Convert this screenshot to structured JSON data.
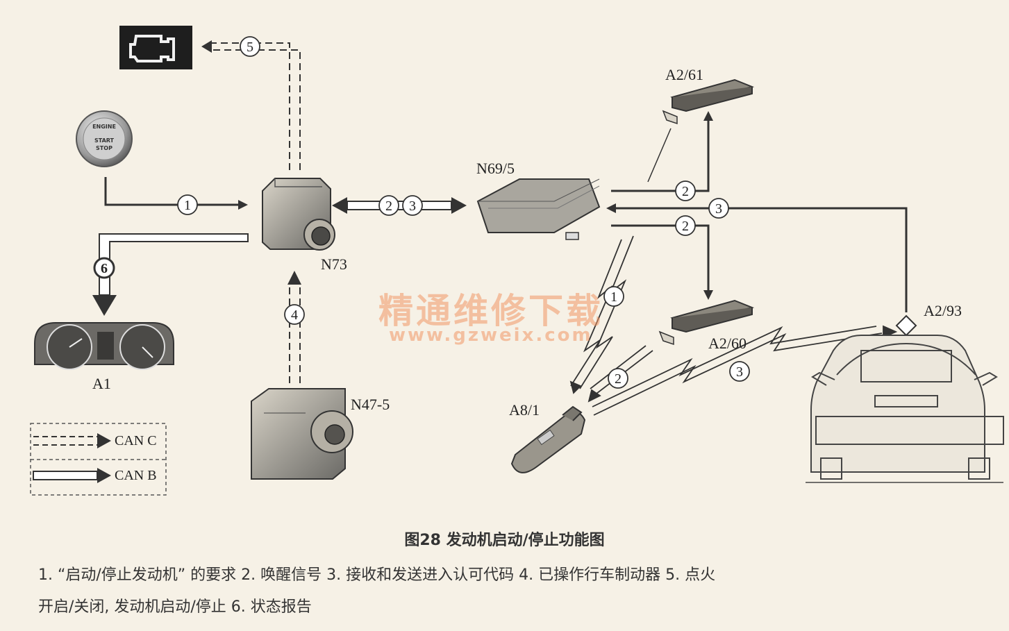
{
  "labels": {
    "a2_61": "A2/61",
    "n69_5": "N69/5",
    "n73": "N73",
    "a2_93": "A2/93",
    "a2_60": "A2/60",
    "a1": "A1",
    "n47_5": "N47-5",
    "a8_1": "A8/1"
  },
  "button_text": [
    "ENGINE",
    "START",
    "STOP"
  ],
  "legend": {
    "can_c": "CAN C",
    "can_b": "CAN B"
  },
  "markers": [
    "1",
    "2",
    "3",
    "4",
    "5",
    "6"
  ],
  "watermark": {
    "line1": "精通维修下载",
    "line2": "www.gzweix.com"
  },
  "caption": {
    "title": "图28  发动机启动/停止功能图",
    "line1": "1. “启动/停止发动机” 的要求   2. 唤醒信号   3. 接收和发送进入认可代码   4. 已操作行车制动器   5. 点火",
    "line2": "开启/关闭,     发动机启动/停止   6. 状态报告"
  },
  "colors": {
    "background": "#f6f1e6",
    "line": "#333333",
    "watermark": "#f0966480"
  }
}
